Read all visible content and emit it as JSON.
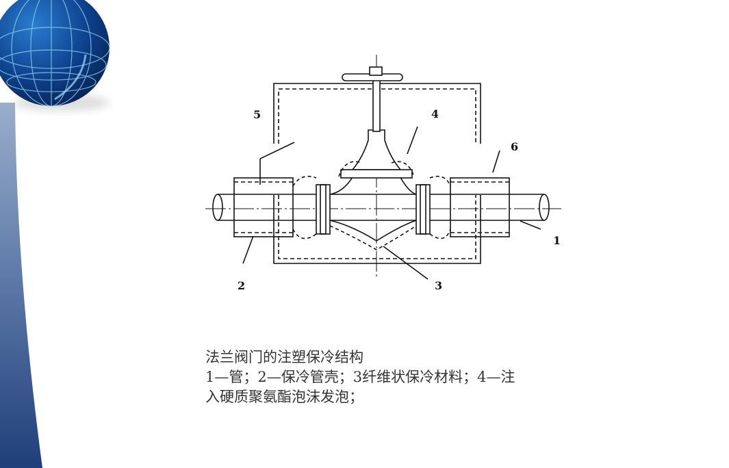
{
  "diagram": {
    "title": "法兰阀门的注塑保冷结构",
    "labels": [
      {
        "id": "1",
        "text": "1"
      },
      {
        "id": "2",
        "text": "2"
      },
      {
        "id": "3",
        "text": "3"
      },
      {
        "id": "4",
        "text": "4"
      },
      {
        "id": "5",
        "text": "5"
      },
      {
        "id": "6",
        "text": "6"
      }
    ]
  },
  "caption": {
    "line1": "法兰阀门的注塑保冷结构",
    "line2": "1—管；2—保冷管壳；3纤维状保冷材料；4—注",
    "line3": "入硬质聚氨酯泡沫发泡；"
  },
  "theme": {
    "sidebar_top": "#8aa0c0",
    "sidebar_bottom": "#1f3f7a",
    "globe": "#0d3f8a"
  }
}
